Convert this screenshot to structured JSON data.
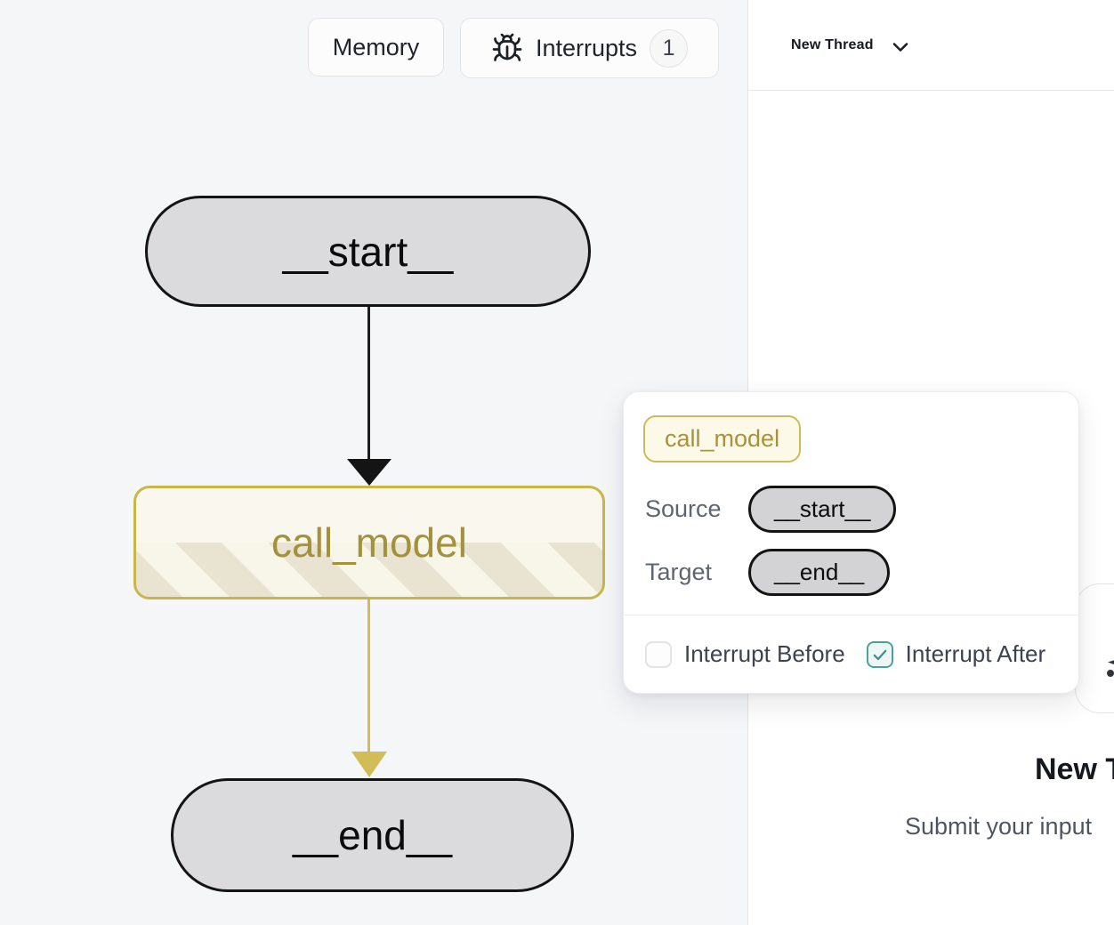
{
  "toolbar": {
    "memory_label": "Memory",
    "interrupts_label": "Interrupts",
    "interrupts_count": "1"
  },
  "graph": {
    "nodes": {
      "start": "__start__",
      "call_model": "call_model",
      "end": "__end__"
    }
  },
  "thread_panel": {
    "title": "New Thread",
    "empty_heading": "New Thread",
    "empty_subheading": "Submit your input"
  },
  "popover": {
    "node_label": "call_model",
    "source_label": "Source",
    "source_value": "__start__",
    "target_label": "Target",
    "target_value": "__end__",
    "interrupt_before": {
      "label": "Interrupt Before",
      "checked": false
    },
    "interrupt_after": {
      "label": "Interrupt After",
      "checked": true
    }
  },
  "colors": {
    "gold_border": "#c9b64a",
    "gold_text": "#a3913b",
    "gold_edge": "#d2bc57",
    "node_gray": "#dbdbdd",
    "teal_accent": "#4aa29a",
    "canvas_bg": "#f5f6f8"
  }
}
